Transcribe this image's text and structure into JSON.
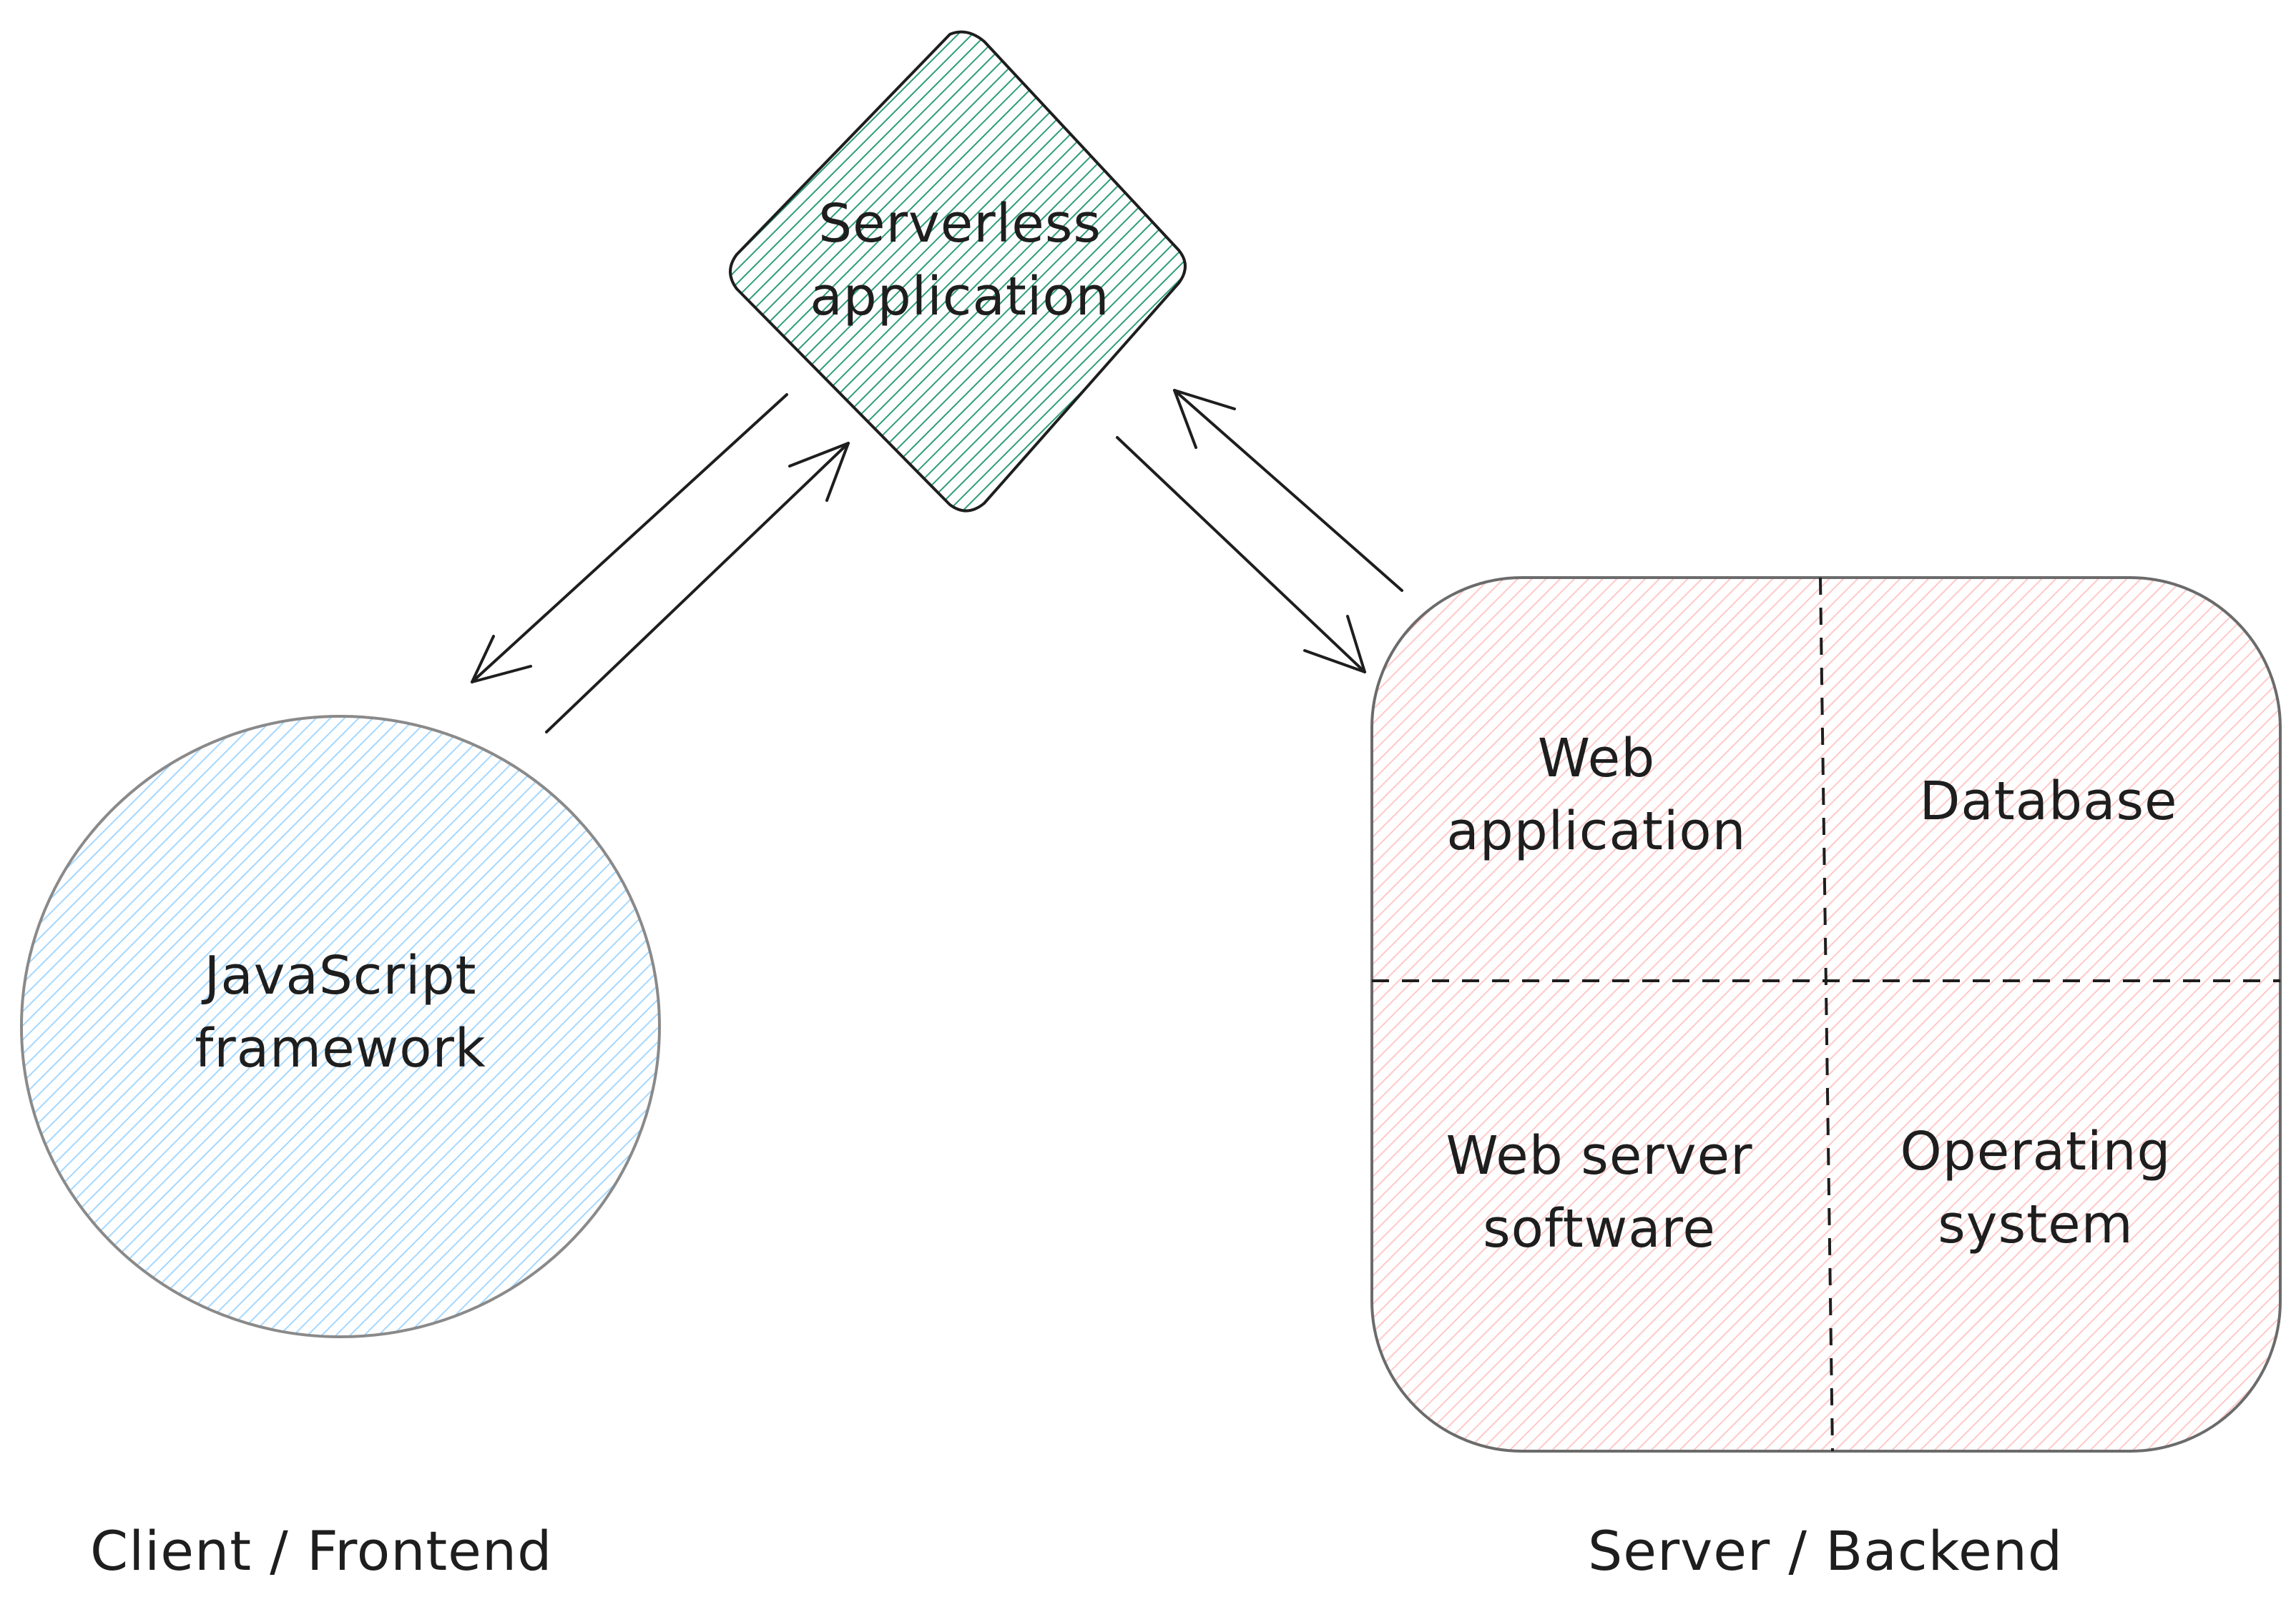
{
  "colors": {
    "serverless_fill": "#2f9e77",
    "client_fill": "#a5d8ff",
    "backend_fill": "#ffc9c9",
    "stroke": "#1e1e1e"
  },
  "nodes": {
    "serverless": {
      "line1": "Serverless",
      "line2": "application"
    },
    "client": {
      "line1": "JavaScript",
      "line2": "framework"
    },
    "backend": {
      "web_app": {
        "line1": "Web",
        "line2": "application"
      },
      "database": {
        "line1": "Database"
      },
      "web_server": {
        "line1": "Web server",
        "line2": "software"
      },
      "os": {
        "line1": "Operating",
        "line2": "system"
      }
    }
  },
  "captions": {
    "client": "Client / Frontend",
    "server": "Server / Backend"
  }
}
